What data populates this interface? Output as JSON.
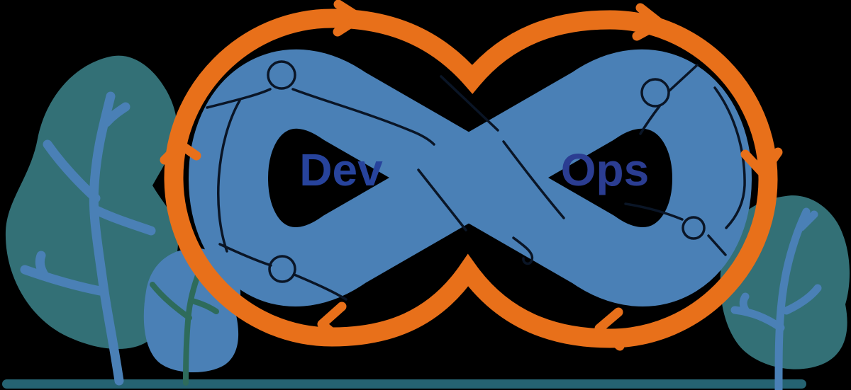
{
  "illustration": {
    "left_label": "Dev",
    "right_label": "Ops",
    "colors": {
      "background": "#000000",
      "loop_blue": "#4A80B6",
      "arrow_orange": "#E8701A",
      "tree_teal": "#337076",
      "ground_teal": "#256372",
      "trunk_green": "#2E6B5B",
      "text_navy_dev": "#27439C",
      "text_navy_ops": "#2B3D92",
      "seam_navy": "#0A1526"
    },
    "components": [
      "devops-infinity-loop",
      "puzzle-piece-seams",
      "cycle-arrows-clockwise",
      "left-tree",
      "middle-tree",
      "right-tree",
      "ground-line"
    ]
  }
}
